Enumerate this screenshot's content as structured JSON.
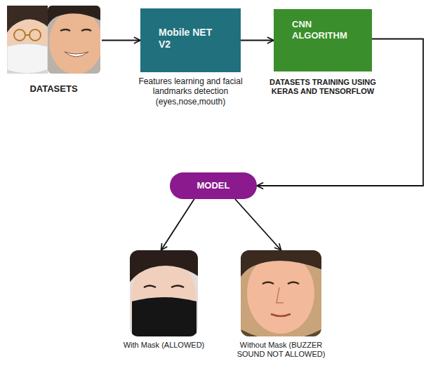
{
  "diagram": {
    "nodes": [
      {
        "text": [
          "DATASETS"
        ]
      },
      {
        "text": [
          "Mobile NET V2",
          "Features learning and facial landmarks detection (eyes,nose,mouth)"
        ]
      },
      {
        "text": [
          "CNN ALGORITHM",
          "DATASETS TRAINING USING KERAS AND TENSORFLOW"
        ]
      },
      {
        "text": [
          "MODEL"
        ]
      },
      {
        "text": [
          "With Mask (ALLOWED)"
        ]
      },
      {
        "text": [
          "Without Mask (BUZZER SOUND NOT ALLOWED)"
        ]
      }
    ],
    "edges": [
      {
        "from": 0,
        "to": 1,
        "arrow": "to"
      },
      {
        "from": 1,
        "to": 2,
        "arrow": "to"
      },
      {
        "from": 2,
        "to": 3,
        "arrow": "to"
      },
      {
        "from": 3,
        "to": 4,
        "arrow": "to"
      },
      {
        "from": 3,
        "to": 5,
        "arrow": "to"
      }
    ]
  }
}
